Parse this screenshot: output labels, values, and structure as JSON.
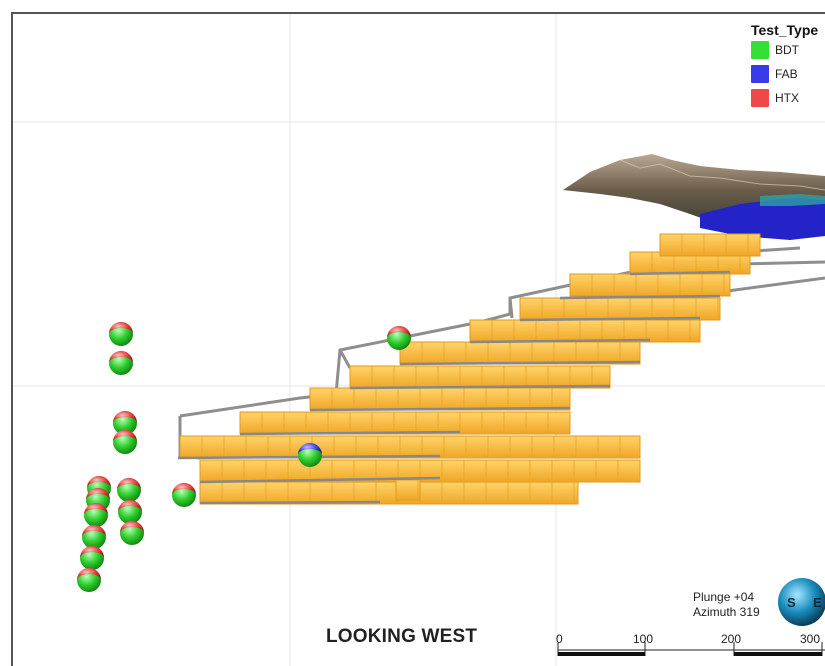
{
  "legend": {
    "title": "Test_Type",
    "items": [
      {
        "label": "BDT",
        "color": "#33e033"
      },
      {
        "label": "FAB",
        "color": "#3a3ae8"
      },
      {
        "label": "HTX",
        "color": "#f04848"
      }
    ]
  },
  "view_label": "LOOKING WEST",
  "orientation": {
    "plunge": "Plunge +04",
    "azimuth": "Azimuth 319",
    "compass_letters": [
      "S",
      "E"
    ]
  },
  "scale": {
    "ticks": [
      "0",
      "100",
      "200",
      "300"
    ]
  },
  "colors": {
    "block": "#f5b732",
    "block_edge": "#e49a1a",
    "frame": "#8e8e8e",
    "terrain": "#6b5a47",
    "grid": "#e8e8e8"
  }
}
